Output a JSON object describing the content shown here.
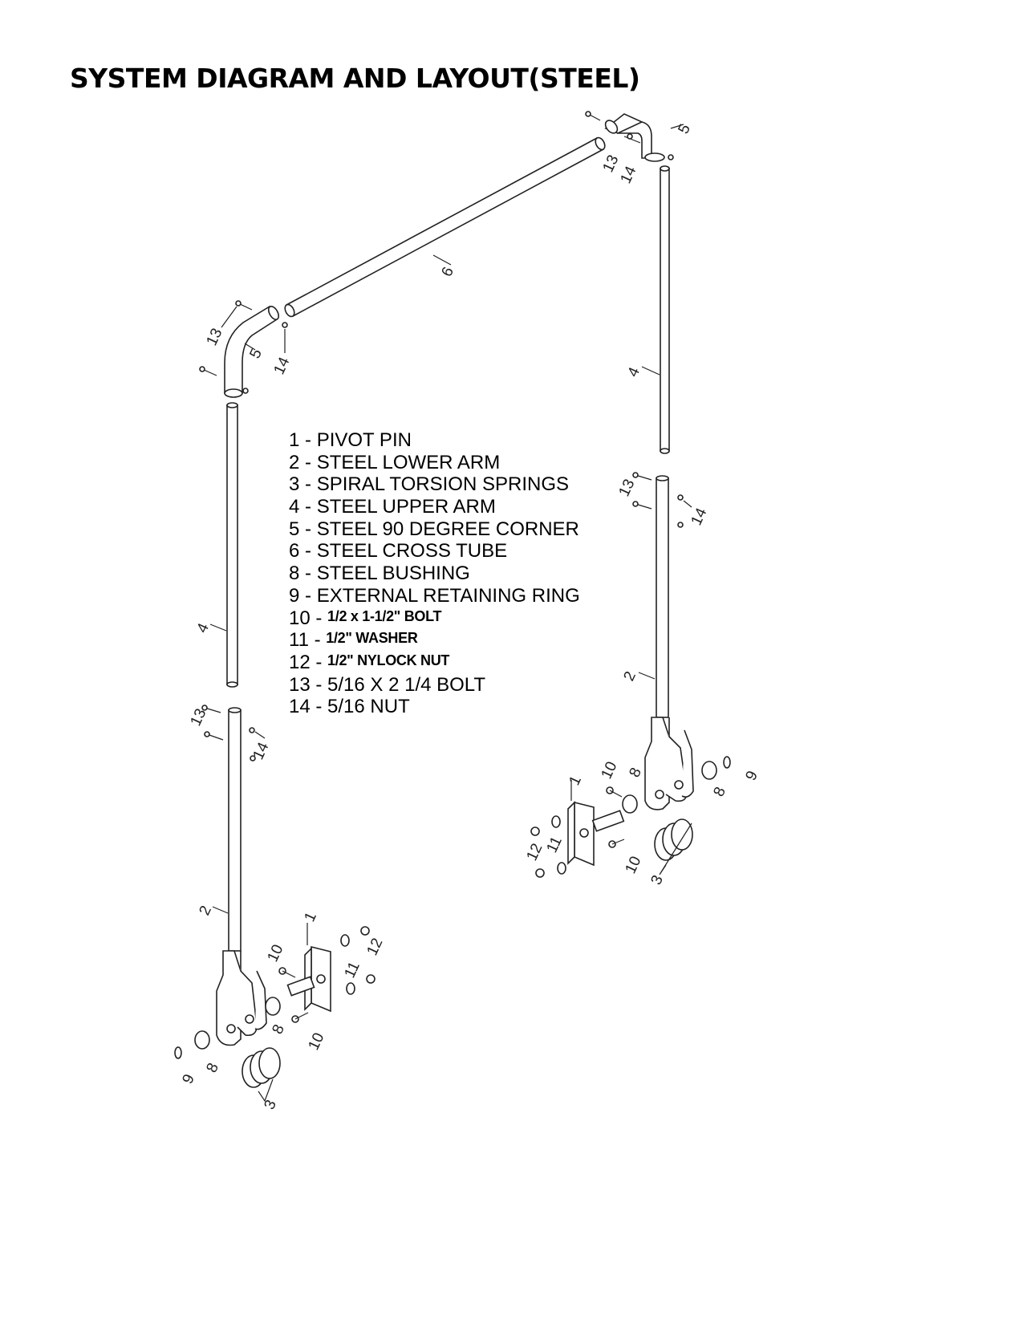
{
  "title": "SYSTEM DIAGRAM AND LAYOUT(STEEL)",
  "legend": [
    {
      "num": "1 -",
      "label": "PIVOT PIN",
      "style": "normal"
    },
    {
      "num": "2 -",
      "label": "STEEL LOWER ARM",
      "style": "normal"
    },
    {
      "num": "3 -",
      "label": "SPIRAL TORSION SPRINGS",
      "style": "normal"
    },
    {
      "num": "4 -",
      "label": "STEEL UPPER ARM",
      "style": "normal"
    },
    {
      "num": "5 -",
      "label": "STEEL 90 DEGREE CORNER",
      "style": "normal"
    },
    {
      "num": "6 -",
      "label": "STEEL CROSS TUBE",
      "style": "normal"
    },
    {
      "num": "8 -",
      "label": "STEEL BUSHING",
      "style": "normal"
    },
    {
      "num": "9 -",
      "label": "EXTERNAL RETAINING RING",
      "style": "normal"
    },
    {
      "num": "10 -",
      "label": "1/2 x 1-1/2\" BOLT",
      "style": "small"
    },
    {
      "num": "11 -",
      "label": "1/2\" WASHER",
      "style": "small"
    },
    {
      "num": "12 -",
      "label": "1/2\" NYLOCK NUT",
      "style": "small"
    },
    {
      "num": "13 -",
      "label": "5/16 X 2 1/4 BOLT",
      "style": "normal"
    },
    {
      "num": "14 -",
      "label": "5/16 NUT",
      "style": "normal"
    }
  ],
  "callouts": {
    "c1a": "1",
    "c1b": "1",
    "c2a": "2",
    "c2b": "2",
    "c3a": "3",
    "c3b": "3",
    "c4a": "4",
    "c4b": "4",
    "c5a": "5",
    "c5b": "5",
    "c6": "6",
    "c8a": "8",
    "c8b": "8",
    "c8c": "8",
    "c8d": "8",
    "c9a": "9",
    "c9b": "9",
    "c10a": "10",
    "c10b": "10",
    "c10c": "10",
    "c10d": "10",
    "c11a": "11",
    "c11b": "11",
    "c12a": "12",
    "c12b": "12",
    "c13a": "13",
    "c13b": "13",
    "c13c": "13",
    "c13d": "13",
    "c14a": "14",
    "c14b": "14",
    "c14c": "14",
    "c14d": "14"
  }
}
